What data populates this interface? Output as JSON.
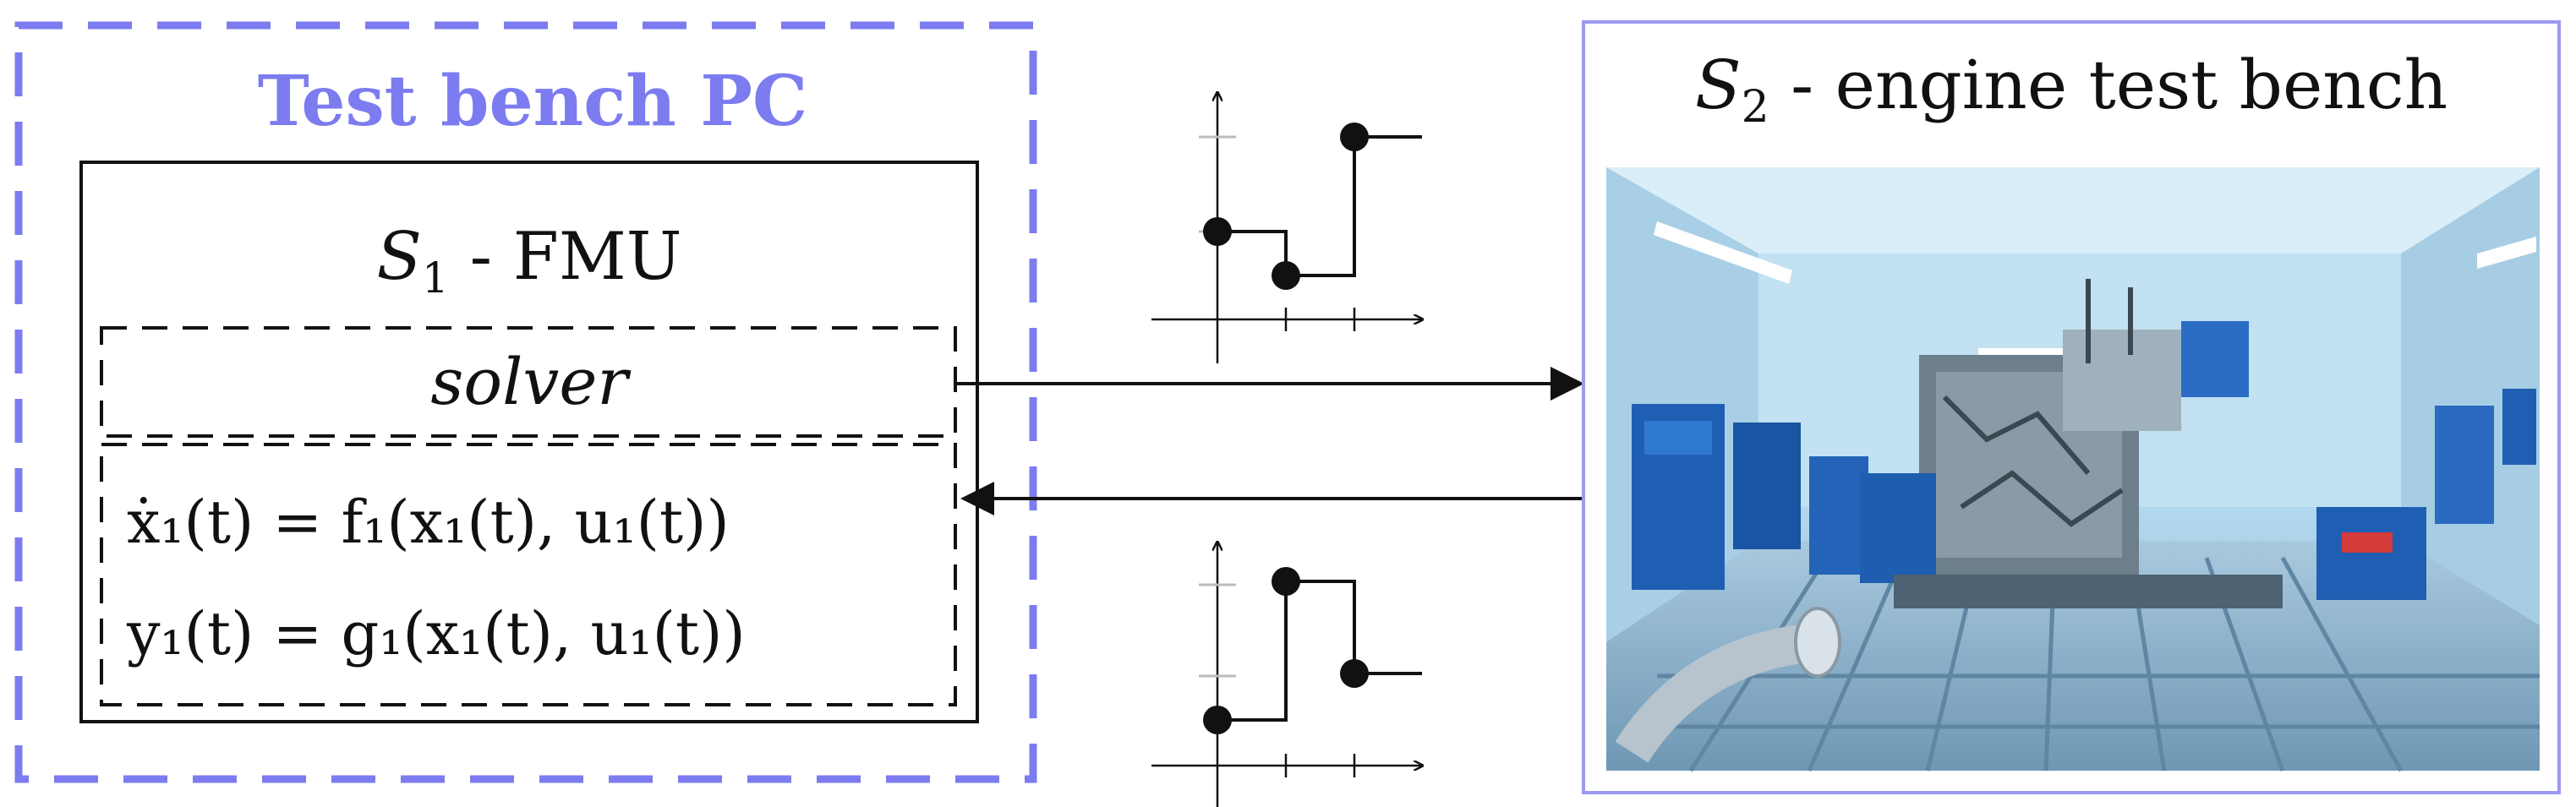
{
  "test_bench_pc": {
    "title": "Test bench PC",
    "frame_color": "#7c7cf0"
  },
  "fmu": {
    "subsystem_symbol": "S",
    "subsystem_index": "1",
    "title_suffix": " - FMU",
    "solver_label": "solver",
    "equation_1": "ẋ₁(t) = f₁(x₁(t), u₁(t))",
    "equation_2": "y₁(t) = g₁(x₁(t), u₁(t))"
  },
  "engine_bench": {
    "subsystem_symbol": "S",
    "subsystem_index": "2",
    "title_suffix": " - engine test bench",
    "frame_color": "#9a9af2",
    "photo_description_icon": "engine-test-bench-photo"
  },
  "signals": {
    "top_icon": "step-signal-icon",
    "bottom_icon": "step-signal-icon"
  }
}
